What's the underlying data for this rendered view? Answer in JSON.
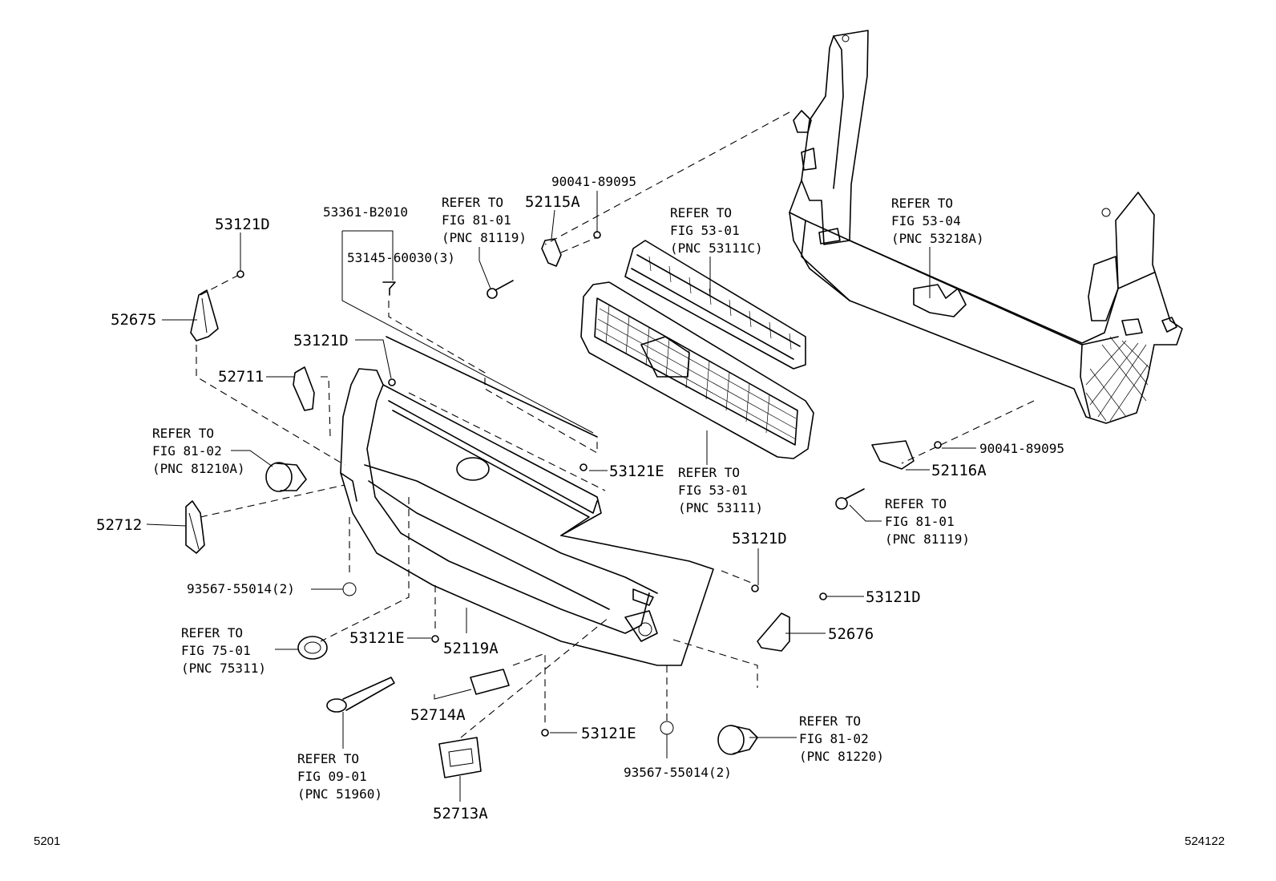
{
  "labels": {
    "p53121D_a": "53121D",
    "p52675": "52675",
    "p53361": "53361-B2010",
    "p53145": "53145-60030(3)",
    "p53121D_b": "53121D",
    "p52711": "52711",
    "p52712": "52712",
    "p93567_a": "93567-55014(2)",
    "p53121E_a": "53121E",
    "p52119A": "52119A",
    "p52714A": "52714A",
    "p53121E_b": "53121E",
    "p52713A": "52713A",
    "p93567_b": "93567-55014(2)",
    "p53121E_c": "53121E",
    "p52115A": "52115A",
    "p90041_a": "90041-89095",
    "p53121D_c": "53121D",
    "p53121D_d": "53121D",
    "p52676": "52676",
    "p90041_b": "90041-89095",
    "p52116A": "52116A",
    "corner_left": "5201",
    "corner_right": "524122"
  },
  "refs": {
    "fog_l": [
      "REFER TO",
      "FIG 81-02",
      "(PNC 81210A)"
    ],
    "horn": [
      "REFER TO",
      "FIG 75-01",
      "(PNC 75311)"
    ],
    "tow": [
      "REFER TO",
      "FIG 09-01",
      "(PNC 51960)"
    ],
    "bolt_l": [
      "REFER TO",
      "FIG 81-01",
      "(PNC 81119)"
    ],
    "grille_up": [
      "REFER TO",
      "FIG 53-01",
      "(PNC 53111C)"
    ],
    "grille": [
      "REFER TO",
      "FIG 53-01",
      "(PNC 53111)"
    ],
    "support": [
      "REFER TO",
      "FIG 53-04",
      "(PNC 53218A)"
    ],
    "bolt_r": [
      "REFER TO",
      "FIG 81-01",
      "(PNC 81119)"
    ],
    "fog_r": [
      "REFER TO",
      "FIG 81-02",
      "(PNC 81220)"
    ]
  }
}
